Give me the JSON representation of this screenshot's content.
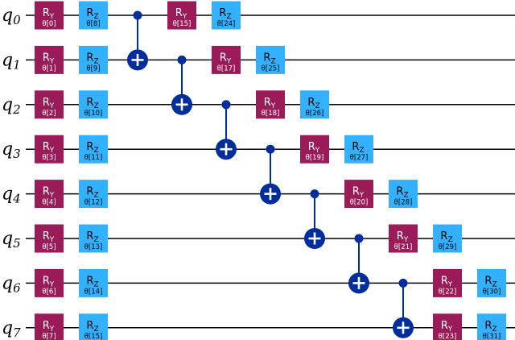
{
  "colors": {
    "wire": "#000000",
    "ry_fill": "#9a1b58",
    "rz_fill": "#33b1ff",
    "cnot": "#002d9c",
    "cnot_plus": "#ffffff"
  },
  "qubits": [
    {
      "name": "q",
      "index": "0"
    },
    {
      "name": "q",
      "index": "1"
    },
    {
      "name": "q",
      "index": "2"
    },
    {
      "name": "q",
      "index": "3"
    },
    {
      "name": "q",
      "index": "4"
    },
    {
      "name": "q",
      "index": "5"
    },
    {
      "name": "q",
      "index": "6"
    },
    {
      "name": "q",
      "index": "7"
    }
  ],
  "gate_types": {
    "RY": {
      "letter": "R",
      "sub": "Y"
    },
    "RZ": {
      "letter": "R",
      "sub": "Z"
    }
  },
  "gates": [
    {
      "type": "RY",
      "qubit": 0,
      "step": 0,
      "param": "θ[0]"
    },
    {
      "type": "RY",
      "qubit": 1,
      "step": 0,
      "param": "θ[1]"
    },
    {
      "type": "RY",
      "qubit": 2,
      "step": 0,
      "param": "θ[2]"
    },
    {
      "type": "RY",
      "qubit": 3,
      "step": 0,
      "param": "θ[3]"
    },
    {
      "type": "RY",
      "qubit": 4,
      "step": 0,
      "param": "θ[4]"
    },
    {
      "type": "RY",
      "qubit": 5,
      "step": 0,
      "param": "θ[5]"
    },
    {
      "type": "RY",
      "qubit": 6,
      "step": 0,
      "param": "θ[6]"
    },
    {
      "type": "RY",
      "qubit": 7,
      "step": 0,
      "param": "θ[7]"
    },
    {
      "type": "RZ",
      "qubit": 0,
      "step": 1,
      "param": "θ[8]"
    },
    {
      "type": "RZ",
      "qubit": 1,
      "step": 1,
      "param": "θ[9]"
    },
    {
      "type": "RZ",
      "qubit": 2,
      "step": 1,
      "param": "θ[10]"
    },
    {
      "type": "RZ",
      "qubit": 3,
      "step": 1,
      "param": "θ[11]"
    },
    {
      "type": "RZ",
      "qubit": 4,
      "step": 1,
      "param": "θ[12]"
    },
    {
      "type": "RZ",
      "qubit": 5,
      "step": 1,
      "param": "θ[13]"
    },
    {
      "type": "RZ",
      "qubit": 6,
      "step": 1,
      "param": "θ[14]"
    },
    {
      "type": "RZ",
      "qubit": 7,
      "step": 1,
      "param": "θ[15]"
    },
    {
      "type": "RY",
      "qubit": 0,
      "step": 3,
      "param": "θ[15]"
    },
    {
      "type": "RZ",
      "qubit": 0,
      "step": 4,
      "param": "θ[24]"
    },
    {
      "type": "RY",
      "qubit": 1,
      "step": 4,
      "param": "θ[17]"
    },
    {
      "type": "RZ",
      "qubit": 1,
      "step": 5,
      "param": "θ[25]"
    },
    {
      "type": "RY",
      "qubit": 2,
      "step": 5,
      "param": "θ[18]"
    },
    {
      "type": "RZ",
      "qubit": 2,
      "step": 6,
      "param": "θ[26]"
    },
    {
      "type": "RY",
      "qubit": 3,
      "step": 6,
      "param": "θ[19]"
    },
    {
      "type": "RZ",
      "qubit": 3,
      "step": 7,
      "param": "θ[27]"
    },
    {
      "type": "RY",
      "qubit": 4,
      "step": 7,
      "param": "θ[20]"
    },
    {
      "type": "RZ",
      "qubit": 4,
      "step": 8,
      "param": "θ[28]"
    },
    {
      "type": "RY",
      "qubit": 5,
      "step": 8,
      "param": "θ[21]"
    },
    {
      "type": "RZ",
      "qubit": 5,
      "step": 9,
      "param": "θ[29]"
    },
    {
      "type": "RY",
      "qubit": 6,
      "step": 9,
      "param": "θ[22]"
    },
    {
      "type": "RZ",
      "qubit": 6,
      "step": 10,
      "param": "θ[30]"
    },
    {
      "type": "RY",
      "qubit": 7,
      "step": 9,
      "param": "θ[23]"
    },
    {
      "type": "RZ",
      "qubit": 7,
      "step": 10,
      "param": "θ[31]"
    }
  ],
  "cnots": [
    {
      "control": 0,
      "target": 1,
      "step": 2
    },
    {
      "control": 1,
      "target": 2,
      "step": 3
    },
    {
      "control": 2,
      "target": 3,
      "step": 4
    },
    {
      "control": 3,
      "target": 4,
      "step": 5
    },
    {
      "control": 4,
      "target": 5,
      "step": 6
    },
    {
      "control": 5,
      "target": 6,
      "step": 7
    },
    {
      "control": 6,
      "target": 7,
      "step": 8
    }
  ]
}
